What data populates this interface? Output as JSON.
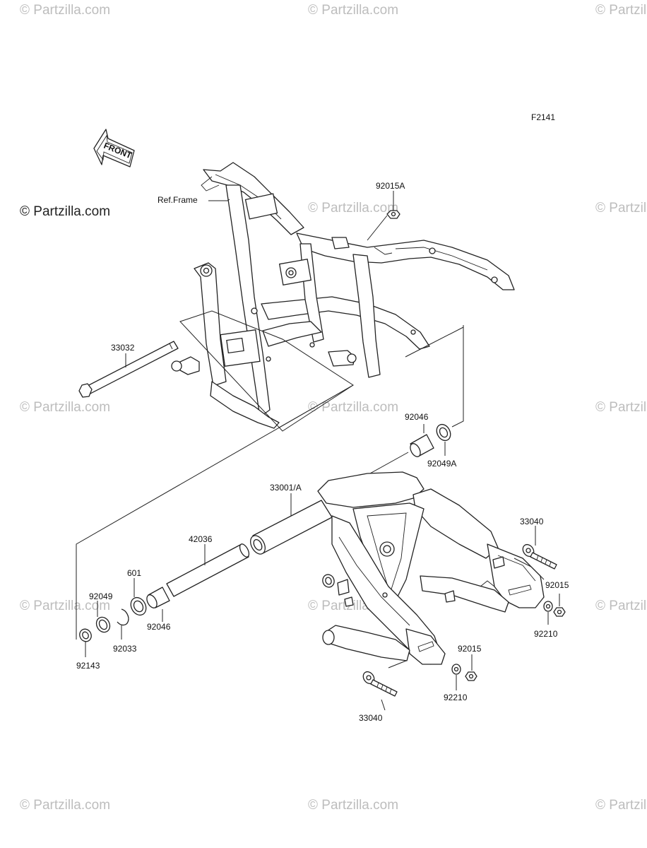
{
  "diagram": {
    "code": "F2141",
    "front_arrow_text": "FRONT",
    "ref_label": "Ref.Frame",
    "parts": {
      "p92015A": "92015A",
      "p33032": "33032",
      "p92046_top": "92046",
      "p92049A": "92049A",
      "p33001A": "33001/A",
      "p33040_right": "33040",
      "p42036": "42036",
      "p601": "601",
      "p92049": "92049",
      "p92046_left": "92046",
      "p92033": "92033",
      "p92143": "92143",
      "p92015_right": "92015",
      "p92210_right": "92210",
      "p92015_bottom": "92015",
      "p92210_bottom": "92210",
      "p33040_bottom": "33040"
    }
  },
  "watermarks": {
    "main": "© Partzilla.com",
    "short": "© Partzilla.com"
  }
}
